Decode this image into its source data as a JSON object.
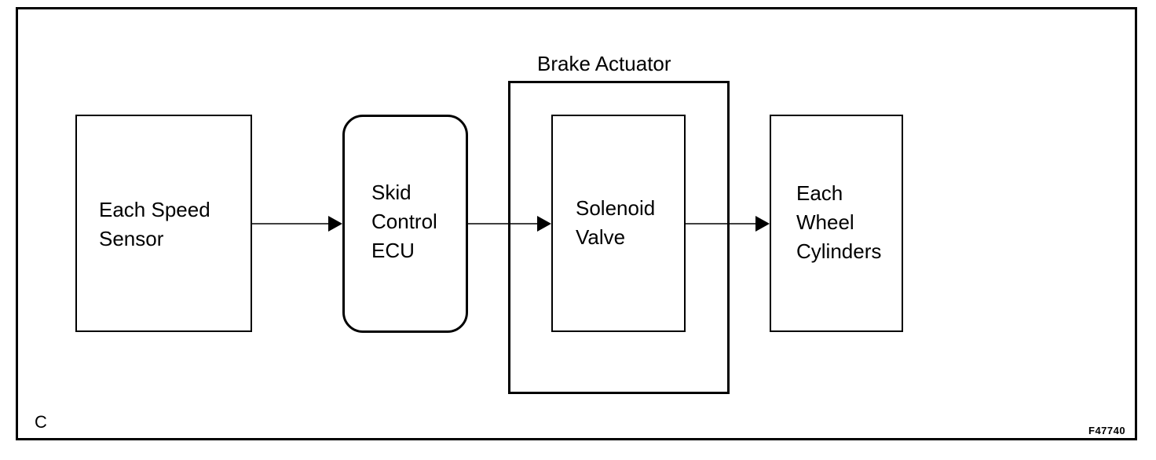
{
  "diagram": {
    "group_title": "Brake Actuator",
    "nodes": {
      "speed_sensor": "Each Speed\nSensor",
      "skid_ecu": "Skid\nControl\nECU",
      "solenoid_valve": "Solenoid\nValve",
      "wheel_cylinders": "Each\nWheel\nCylinders"
    },
    "corner_letter": "C",
    "figure_code": "F47740"
  }
}
